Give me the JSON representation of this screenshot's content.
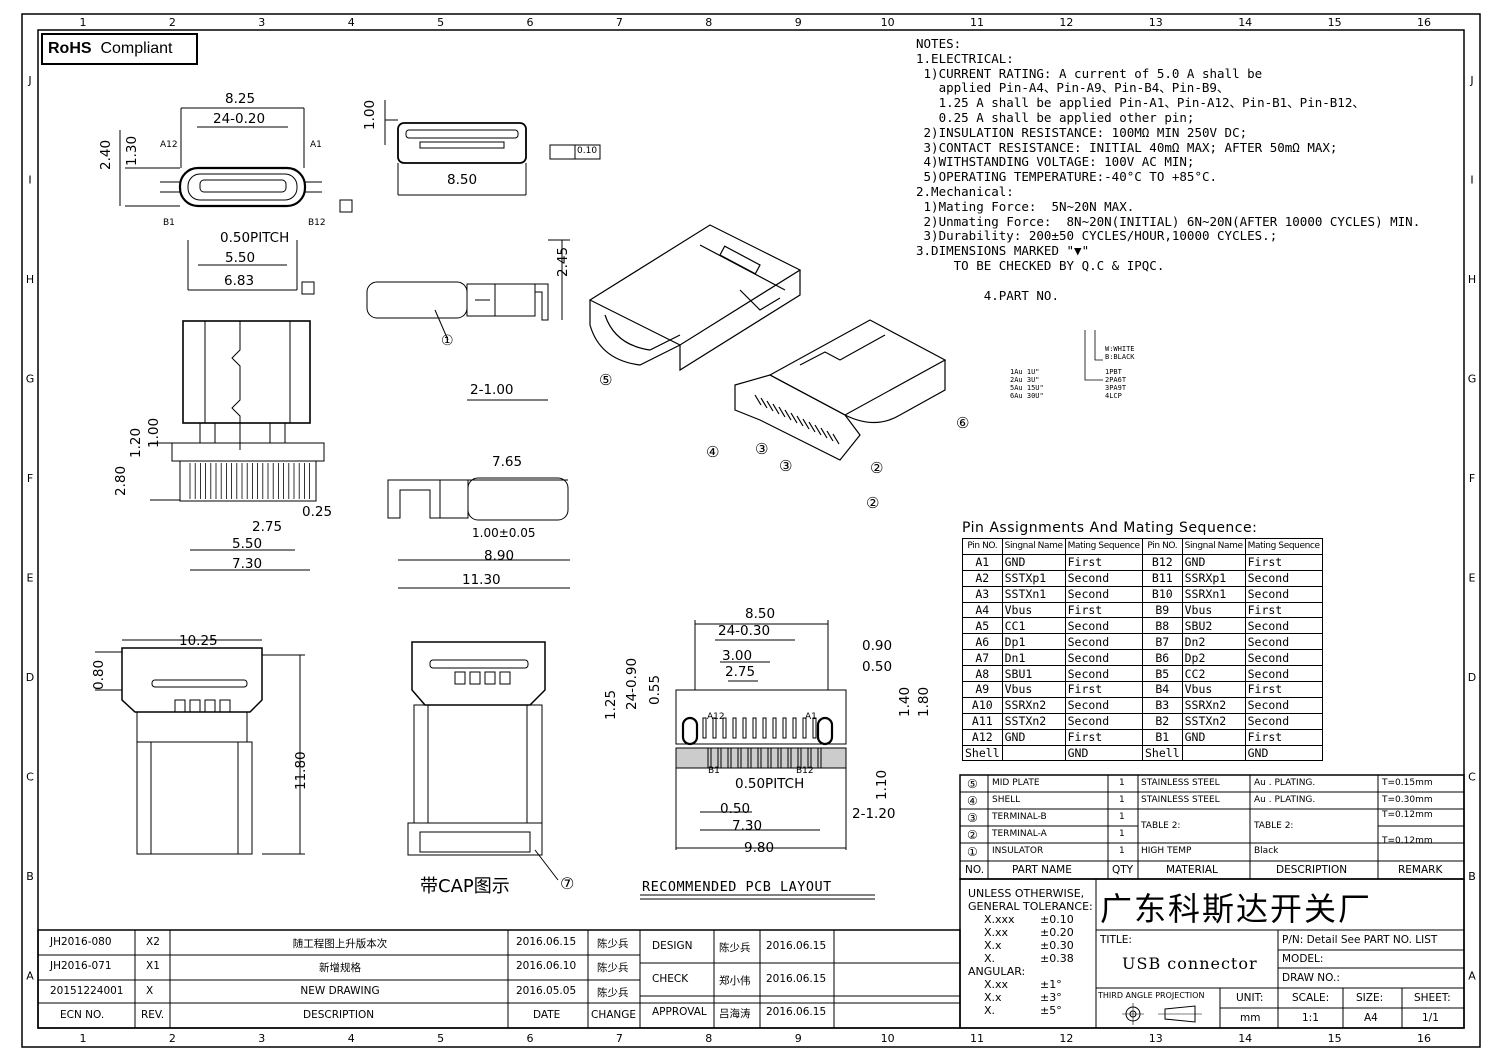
{
  "rohs": {
    "bold": "RoHS",
    "text": "Compliant"
  },
  "grid": {
    "cols": [
      "1",
      "2",
      "3",
      "4",
      "5",
      "6",
      "7",
      "8",
      "9",
      "10",
      "11",
      "12",
      "13",
      "14",
      "15",
      "16"
    ],
    "rows": [
      "J",
      "I",
      "H",
      "G",
      "F",
      "E",
      "D",
      "C",
      "B",
      "A"
    ]
  },
  "notes": [
    "NOTES:",
    "1.ELECTRICAL:",
    " 1)CURRENT RATING: A current of 5.0 A shall be",
    "   applied Pin-A4、Pin-A9、Pin-B4、Pin-B9、",
    "   1.25 A shall be applied Pin-A1、Pin-A12、Pin-B1、Pin-B12、",
    "   0.25 A shall be applied other pin;",
    " 2)INSULATION RESISTANCE: 100MΩ MIN 250V DC;",
    " 3)CONTACT RESISTANCE: INITIAL 40mΩ MAX; AFTER 50mΩ MAX;",
    " 4)WITHSTANDING VOLTAGE: 100V AC MIN;",
    " 5)OPERATING TEMPERATURE:-40°C TO +85°C.",
    "2.Mechanical:",
    " 1)Mating Force:  5N~20N MAX.",
    " 2)Unmating Force:  8N~20N(INITIAL) 6N~20N(AFTER 10000 CYCLES) MIN.",
    " 3)Durability: 200±50 CYCLES/HOUR,10000 CYCLES.;",
    "3.DIMENSIONS MARKED \"▼\"",
    "     TO BE CHECKED BY Q.C & IPQC.",
    "",
    "         4.PART NO."
  ],
  "partno": {
    "plating": [
      "1Au 1U\"",
      "2Au 3U\"",
      "5Au 15U\"",
      "6Au 30U\""
    ],
    "material": [
      "1PBT",
      "2PA6T",
      "3PA9T",
      "4LCP"
    ],
    "color": [
      "W:WHITE",
      "B:BLACK"
    ]
  },
  "pins": {
    "title": "Pin Assignments And Mating Sequence:",
    "headers": [
      "Pin NO.",
      "Singnal Name",
      "Mating Sequence"
    ],
    "left": [
      [
        "A1",
        "GND",
        "First"
      ],
      [
        "A2",
        "SSTXp1",
        "Second"
      ],
      [
        "A3",
        "SSTXn1",
        "Second"
      ],
      [
        "A4",
        "Vbus",
        "First"
      ],
      [
        "A5",
        "CC1",
        "Second"
      ],
      [
        "A6",
        "Dp1",
        "Second"
      ],
      [
        "A7",
        "Dn1",
        "Second"
      ],
      [
        "A8",
        "SBU1",
        "Second"
      ],
      [
        "A9",
        "Vbus",
        "First"
      ],
      [
        "A10",
        "SSRXn2",
        "Second"
      ],
      [
        "A11",
        "SSTXn2",
        "Second"
      ],
      [
        "A12",
        "GND",
        "First"
      ],
      [
        "Shell",
        "",
        "GND"
      ]
    ],
    "right": [
      [
        "B12",
        "GND",
        "First"
      ],
      [
        "B11",
        "SSRXp1",
        "Second"
      ],
      [
        "B10",
        "SSRXn1",
        "Second"
      ],
      [
        "B9",
        "Vbus",
        "First"
      ],
      [
        "B8",
        "SBU2",
        "Second"
      ],
      [
        "B7",
        "Dn2",
        "Second"
      ],
      [
        "B6",
        "Dp2",
        "Second"
      ],
      [
        "B5",
        "CC2",
        "Second"
      ],
      [
        "B4",
        "Vbus",
        "First"
      ],
      [
        "B3",
        "SSRXn2",
        "Second"
      ],
      [
        "B2",
        "SSTXn2",
        "Second"
      ],
      [
        "B1",
        "GND",
        "First"
      ],
      [
        "Shell",
        "",
        "GND"
      ]
    ]
  },
  "bom": {
    "rows": [
      {
        "no": "5",
        "name": "MID PLATE",
        "qty": "1",
        "material": "STAINLESS STEEL",
        "desc": "Au . PLATING.",
        "remark": "T=0.15mm"
      },
      {
        "no": "4",
        "name": "SHELL",
        "qty": "1",
        "material": "STAINLESS STEEL",
        "desc": "Au . PLATING.",
        "remark": "T=0.30mm"
      },
      {
        "no": "3",
        "name": "TERMINAL-B",
        "qty": "1",
        "material": "",
        "desc": "",
        "remark": "T=0.12mm"
      },
      {
        "no": "2",
        "name": "TERMINAL-A",
        "qty": "1",
        "material": "",
        "desc": "",
        "remark": "T=0.12mm"
      },
      {
        "no": "1",
        "name": "INSULATOR",
        "qty": "1",
        "material": "HIGH TEMP",
        "desc": "Black",
        "remark": ""
      }
    ],
    "table2_material": "TABLE 2:",
    "table2_desc": "TABLE 2:",
    "headers": {
      "no": "NO.",
      "name": "PART NAME",
      "qty": "QTY",
      "material": "MATERIAL",
      "desc": "DESCRIPTION",
      "remark": "REMARK"
    }
  },
  "tolerance": {
    "lines": [
      "UNLESS OTHERWISE,",
      "GENERAL TOLERANCE:"
    ],
    "values": [
      [
        "X.xxx",
        "±0.10"
      ],
      [
        "X.xx",
        "±0.20"
      ],
      [
        "X.x",
        "±0.30"
      ],
      [
        "X.",
        "±0.38"
      ]
    ],
    "angular_label": "ANGULAR:",
    "angular": [
      [
        "X.xx",
        "±1°"
      ],
      [
        "X.x",
        "±3°"
      ],
      [
        "X.",
        "±5°"
      ]
    ]
  },
  "titleblock": {
    "company": "广东科斯达开关厂",
    "title_label": "TITLE:",
    "title": "USB connector",
    "pn": "P/N: Detail See PART NO. LIST",
    "model": "MODEL:",
    "drawno": "DRAW NO.:",
    "projection": "THIRD ANGLE PROJECTION",
    "unit_label": "UNIT:",
    "unit": "mm",
    "scale_label": "SCALE:",
    "scale": "1:1",
    "size_label": "SIZE:",
    "size": "A4",
    "sheet_label": "SHEET:",
    "sheet": "1/1"
  },
  "revisions": {
    "rows": [
      {
        "ecn": "JH2016-080",
        "rev": "X2",
        "desc": "随工程图上升版本次",
        "date": "2016.06.15",
        "change": "陈少兵"
      },
      {
        "ecn": "JH2016-071",
        "rev": "X1",
        "desc": "新增规格",
        "date": "2016.06.10",
        "change": "陈少兵"
      },
      {
        "ecn": "20151224001",
        "rev": "X",
        "desc": "NEW DRAWING",
        "date": "2016.05.05",
        "change": "陈少兵"
      }
    ],
    "headers": {
      "ecn": "ECN NO.",
      "rev": "REV.",
      "desc": "DESCRIPTION",
      "date": "DATE",
      "change": "CHANGE"
    }
  },
  "approvals": [
    {
      "role": "DESIGN",
      "name": "陈少兵",
      "date": "2016.06.15"
    },
    {
      "role": "CHECK",
      "name": "郑小伟",
      "date": "2016.06.15"
    },
    {
      "role": "APPROVAL",
      "name": "吕海涛",
      "date": "2016.06.15"
    }
  ],
  "dims": {
    "front": [
      "8.25",
      "24-0.20",
      "2.40",
      "1.30",
      "A12",
      "A1",
      "B1",
      "B12",
      "0.50PITCH",
      "5.50",
      "6.83"
    ],
    "top": [
      "1.00",
      "8.50",
      "0.10"
    ],
    "side1": [
      "2.45",
      "2-1.00",
      "①"
    ],
    "plan": [
      "1.20",
      "1.00",
      "2.80",
      "2.75",
      "0.25",
      "5.50",
      "7.30"
    ],
    "side2": [
      "7.65",
      "1.00±0.05",
      "8.90",
      "11.30"
    ],
    "bottom": [
      "10.25",
      "0.80",
      "11.80"
    ],
    "cap": [
      "带CAP图示",
      "⑦"
    ],
    "pcb": [
      "8.50",
      "24-0.30",
      "3.00",
      "2.75",
      "0.90",
      "0.50",
      "24-0.90",
      "0.55",
      "1.25",
      "1.40",
      "1.80",
      "A12",
      "A1",
      "B1",
      "B12",
      "0.50PITCH",
      "0.50",
      "7.30",
      "9.80",
      "1.10",
      "2-1.20"
    ],
    "pcb_title": "RECOMMENDED PCB LAYOUT",
    "iso_callouts": [
      "⑤",
      "④",
      "③",
      "③",
      "②",
      "②",
      "⑥"
    ]
  }
}
